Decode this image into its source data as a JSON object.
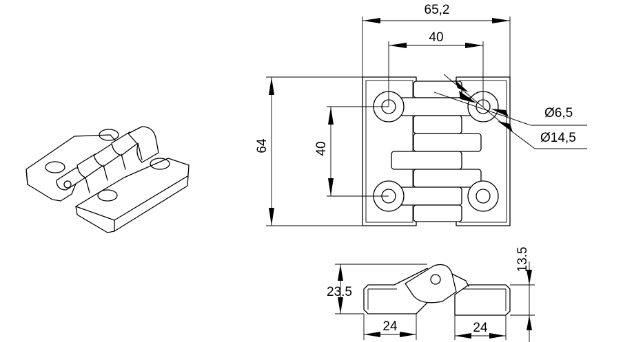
{
  "drawing": {
    "subject": "hinge technical drawing",
    "views": [
      "isometric",
      "front",
      "side"
    ]
  },
  "dimensions": {
    "overall_width": "65,2",
    "hole_spacing_horizontal": "40",
    "overall_height": "64",
    "hole_spacing_vertical": "40",
    "hole_diameter": "Ø6,5",
    "counterbore_diameter": "Ø14,5",
    "side_height": "23.5",
    "side_offset": "13.5",
    "leaf_width_left": "24",
    "leaf_width_right": "24"
  },
  "colors": {
    "line": "#000000",
    "background": "#ffffff"
  }
}
